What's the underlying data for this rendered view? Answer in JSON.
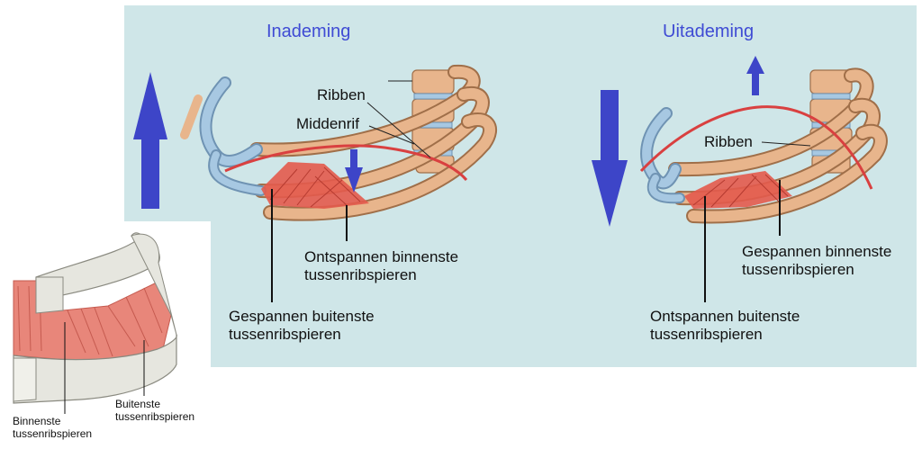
{
  "colors": {
    "panel": "#cfe6e8",
    "arrow": "#3d45c8",
    "title": "#3f4bd4",
    "diaphragm": "#d94040",
    "rib": "#e8b58c",
    "muscle": "#e35a4c"
  },
  "inhale": {
    "title": "Inademing",
    "label_ribs": "Ribben",
    "label_diaphragm": "Middenrif",
    "label_inner": [
      "Ontspannen binnenste",
      "tussenribspieren"
    ],
    "label_outer": [
      "Gespannen buitenste",
      "tussenribspieren"
    ]
  },
  "exhale": {
    "title": "Uitademing",
    "label_ribs": "Ribben",
    "label_inner": [
      "Gespannen binnenste",
      "tussenribspieren"
    ],
    "label_outer": [
      "Ontspannen buitenste",
      "tussenribspieren"
    ]
  },
  "inset": {
    "label_inner": [
      "Binnenste",
      "tussenribspieren"
    ],
    "label_outer": [
      "Buitenste",
      "tussenribspieren"
    ]
  }
}
